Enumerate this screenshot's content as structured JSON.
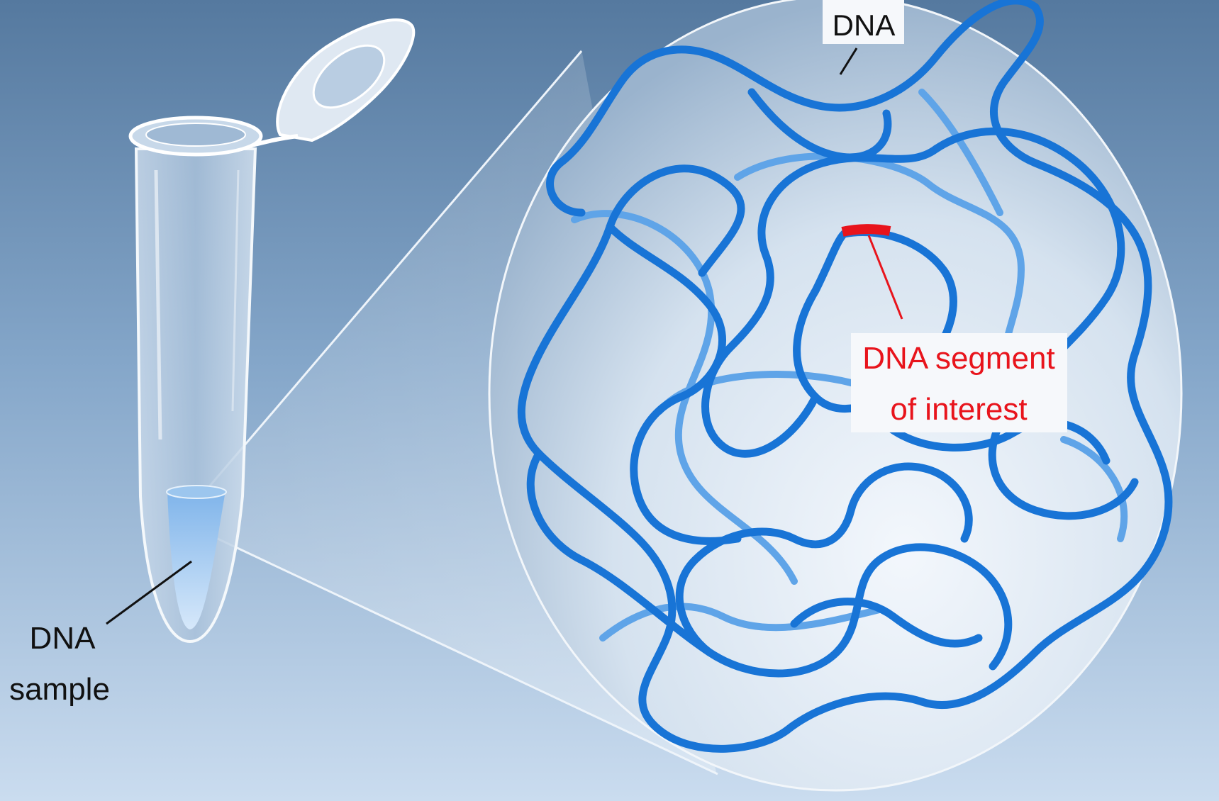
{
  "labels": {
    "dna": "DNA",
    "dna_sample_line1": "DNA",
    "dna_sample_line2": "sample",
    "segment_line1": "DNA segment",
    "segment_line2": "of interest"
  },
  "colors": {
    "background_top": "#5a81ac",
    "background_bottom": "#cfe0f2",
    "dna_strand": "#1874d6",
    "dna_strand_back": "#5fa4e8",
    "segment_highlight": "#e8141c",
    "label_box": "#f6f8fb",
    "leader_black": "#1a1a1a"
  },
  "icons": [
    "microcentrifuge-tube-icon",
    "magnifier-circle-icon"
  ]
}
